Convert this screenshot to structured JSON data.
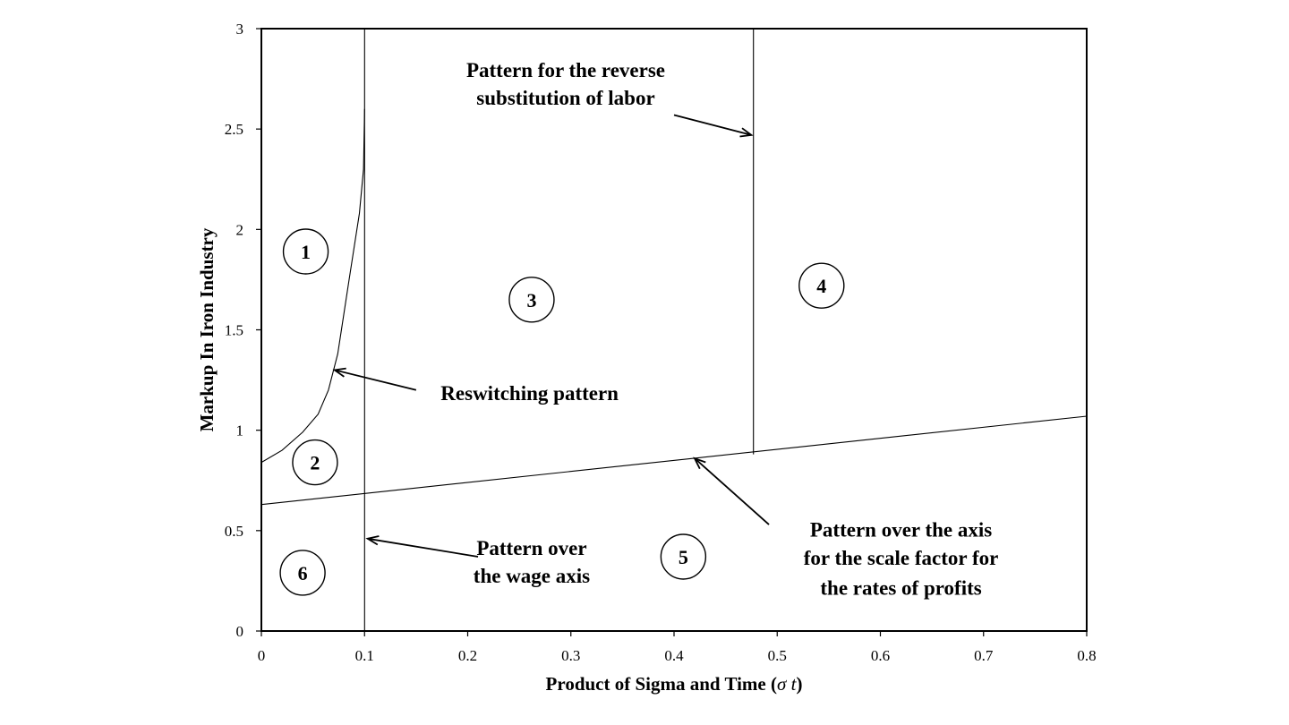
{
  "chart_data": {
    "type": "line",
    "xlabel": "Product of Sigma and Time (",
    "xlabel_symbol": "σ t",
    "xlabel_close": ")",
    "ylabel": "Markup In Iron Industry",
    "xlim": [
      0,
      0.8
    ],
    "ylim": [
      0,
      3
    ],
    "x_ticks": [
      "0",
      "0.1",
      "0.2",
      "0.3",
      "0.4",
      "0.5",
      "0.6",
      "0.7",
      "0.8"
    ],
    "y_ticks": [
      "0",
      "0.5",
      "1",
      "1.5",
      "2",
      "2.5",
      "3"
    ],
    "grid": false,
    "series": [
      {
        "points": [
          [
            0,
            0.84
          ],
          [
            0.02,
            0.9
          ],
          [
            0.04,
            0.99
          ],
          [
            0.055,
            1.08
          ],
          [
            0.065,
            1.2
          ],
          [
            0.074,
            1.38
          ],
          [
            0.085,
            1.75
          ],
          [
            0.095,
            2.08
          ],
          [
            0.099,
            2.3
          ],
          [
            0.1,
            2.6
          ]
        ]
      },
      {
        "points": [
          [
            0,
            0.63
          ],
          [
            0.8,
            1.07
          ]
        ]
      },
      {
        "points": [
          [
            0.1,
            0
          ],
          [
            0.1,
            3
          ]
        ]
      },
      {
        "points": [
          [
            0.477,
            0.88
          ],
          [
            0.477,
            3
          ]
        ]
      }
    ],
    "region_labels": [
      {
        "label": "1",
        "x": 0.043,
        "y": 1.89
      },
      {
        "label": "2",
        "x": 0.052,
        "y": 0.84
      },
      {
        "label": "3",
        "x": 0.262,
        "y": 1.65
      },
      {
        "label": "4",
        "x": 0.543,
        "y": 1.72
      },
      {
        "label": "5",
        "x": 0.409,
        "y": 0.37
      },
      {
        "label": "6",
        "x": 0.04,
        "y": 0.29
      }
    ],
    "annotations": [
      {
        "lines": [
          "Pattern for the reverse",
          "substitution of labor"
        ],
        "text_x": 0.295,
        "text_y": [
          2.76,
          2.62
        ],
        "tail": [
          0.4,
          2.57
        ],
        "head": [
          0.475,
          2.47
        ]
      },
      {
        "lines": [
          "Reswitching pattern"
        ],
        "text_x": 0.26,
        "text_y": [
          1.15
        ],
        "tail": [
          0.15,
          1.2
        ],
        "head": [
          0.071,
          1.3
        ]
      },
      {
        "lines": [
          "Pattern over",
          "the wage axis"
        ],
        "text_x": 0.262,
        "text_y": [
          0.38,
          0.24
        ],
        "tail": [
          0.21,
          0.37
        ],
        "head": [
          0.103,
          0.46
        ]
      },
      {
        "lines": [
          "Pattern over the axis",
          "for the scale factor for",
          "the rates of profits"
        ],
        "text_x": 0.62,
        "text_y": [
          0.47,
          0.33,
          0.18
        ],
        "tail": [
          0.492,
          0.53
        ],
        "head": [
          0.42,
          0.86
        ]
      }
    ]
  }
}
